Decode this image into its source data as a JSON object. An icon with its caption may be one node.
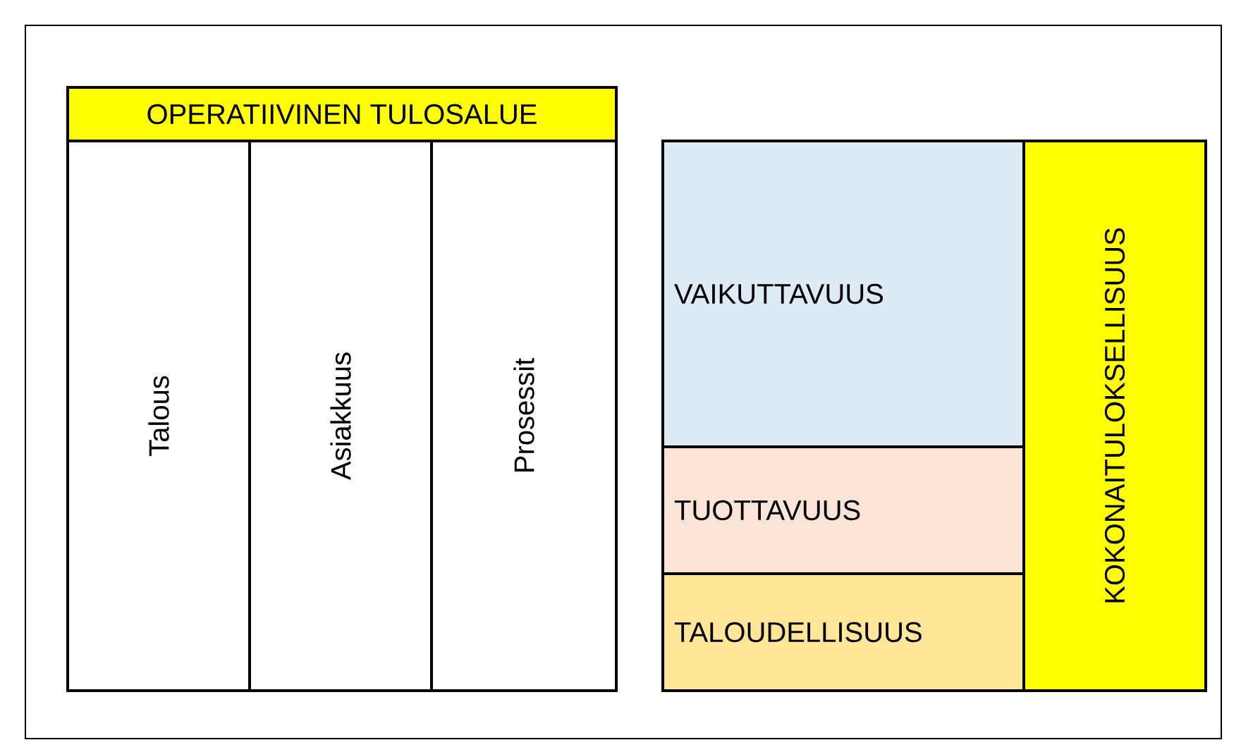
{
  "diagram": {
    "nodes": [
      {
        "text": [
          "OPERATIIVINEN TULOSALUE"
        ]
      },
      {
        "text": [
          "Talous"
        ]
      },
      {
        "text": [
          "Asiakkuus"
        ]
      },
      {
        "text": [
          "Prosessit"
        ]
      },
      {
        "text": [
          "VAIKUTTAVUUS"
        ]
      },
      {
        "text": [
          "TUOTTAVUUS"
        ]
      },
      {
        "text": [
          "TALOUDELLISUUS"
        ]
      },
      {
        "text": [
          "KOKONAITULOKSELLISUUS"
        ]
      }
    ]
  }
}
